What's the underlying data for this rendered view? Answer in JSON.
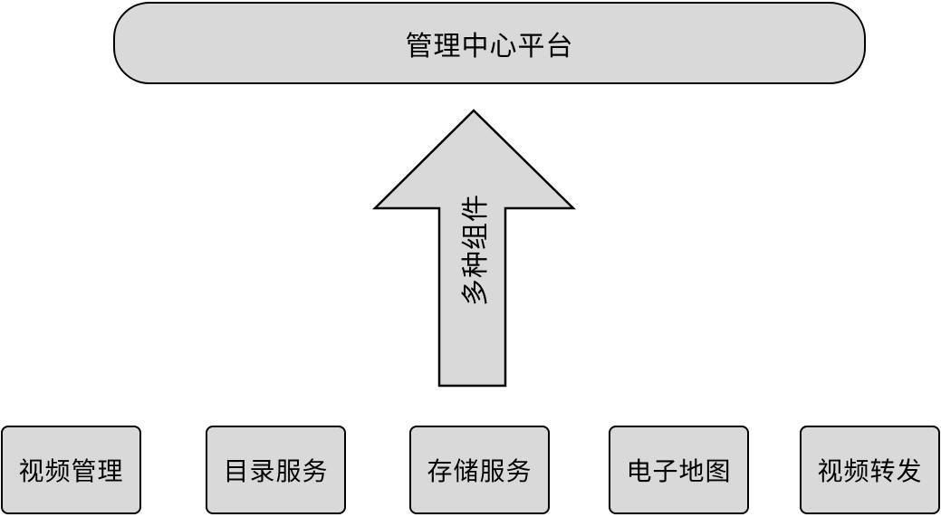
{
  "platform": {
    "title": "管理中心平台"
  },
  "arrow": {
    "label": "多种组件"
  },
  "components": [
    {
      "label": "视频管理"
    },
    {
      "label": "目录服务"
    },
    {
      "label": "存储服务"
    },
    {
      "label": "电子地图"
    },
    {
      "label": "视频转发"
    }
  ],
  "colors": {
    "box_fill": "#d9d9d9",
    "stroke": "#000000",
    "background": "#ffffff"
  }
}
